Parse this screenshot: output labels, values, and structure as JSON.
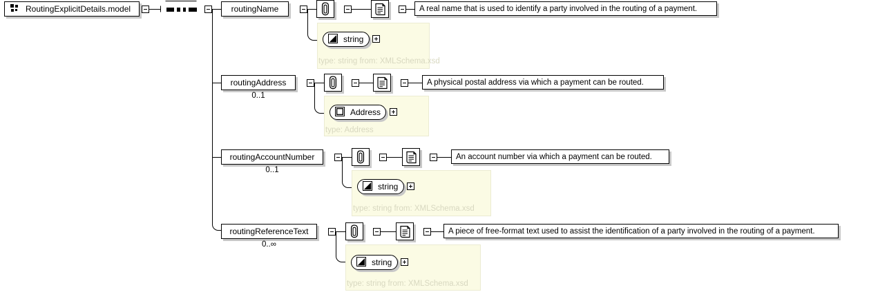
{
  "diagram": {
    "title": "RoutingExplicitDetails.model",
    "type": "xml-schema-element-diagram",
    "root": {
      "label": "RoutingExplicitDetails.model",
      "icon": "model-group-icon",
      "compositor": "sequence"
    },
    "elements": [
      {
        "name": "routingName",
        "cardinality": "",
        "annotation_icon": "attachment-icon",
        "documentation_icon": "documentation-icon",
        "documentation": "A real name that is used to identify a party involved in the routing of a payment.",
        "type_name": "string",
        "type_icon": "simple-type-icon",
        "type_caption": "type: string from: XMLSchema.xsd"
      },
      {
        "name": "routingAddress",
        "cardinality": "0..1",
        "annotation_icon": "attachment-icon",
        "documentation_icon": "documentation-icon",
        "documentation": "A physical postal address via which a payment can be routed.",
        "type_name": "Address",
        "type_icon": "complex-type-icon",
        "type_caption": "type: Address"
      },
      {
        "name": "routingAccountNumber",
        "cardinality": "0..1",
        "annotation_icon": "attachment-icon",
        "documentation_icon": "documentation-icon",
        "documentation": "An account number via which a payment can be routed.",
        "type_name": "string",
        "type_icon": "simple-type-icon",
        "type_caption": "type: string from: XMLSchema.xsd"
      },
      {
        "name": "routingReferenceText",
        "cardinality": "0..∞",
        "annotation_icon": "attachment-icon",
        "documentation_icon": "documentation-icon",
        "documentation": "A piece of free-format text used to assist the identification of a party involved in the routing of a payment.",
        "type_name": "string",
        "type_icon": "simple-type-icon",
        "type_caption": "type: string from: XMLSchema.xsd"
      }
    ],
    "colors": {
      "background": "#ffffff",
      "line": "#000000",
      "box_border": "#000000",
      "box_fill": "#ffffff",
      "shadow": "#c8c8c8",
      "type_panel_fill": "#fbfbe4",
      "type_panel_border": "#ebebd2",
      "type_caption_text": "#d8d8c0"
    }
  }
}
